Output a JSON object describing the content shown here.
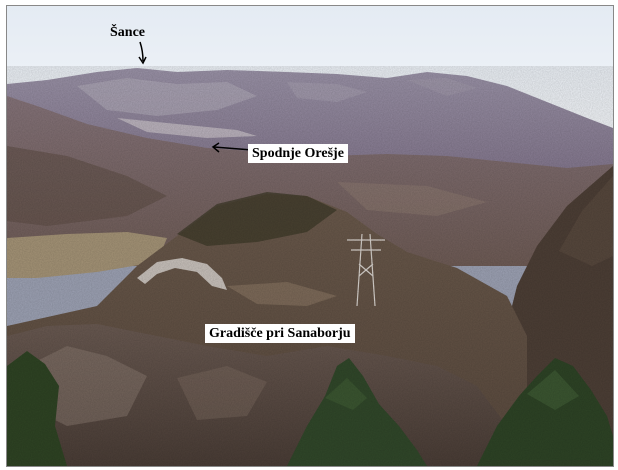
{
  "labels": {
    "peak": "Šance",
    "village": "Spodnje Orešje",
    "hillfort": "Gradišče pri Sanaborju"
  },
  "colors": {
    "sky": "#eef3f8",
    "distant_ridge": "#8c7f97",
    "mid_slopes": "#7d6a63",
    "foreground_trees": "#33492a",
    "label_background": "#ffffff",
    "label_text": "#000000"
  },
  "icons": [
    "down-arrow-icon",
    "left-arrow-icon"
  ]
}
